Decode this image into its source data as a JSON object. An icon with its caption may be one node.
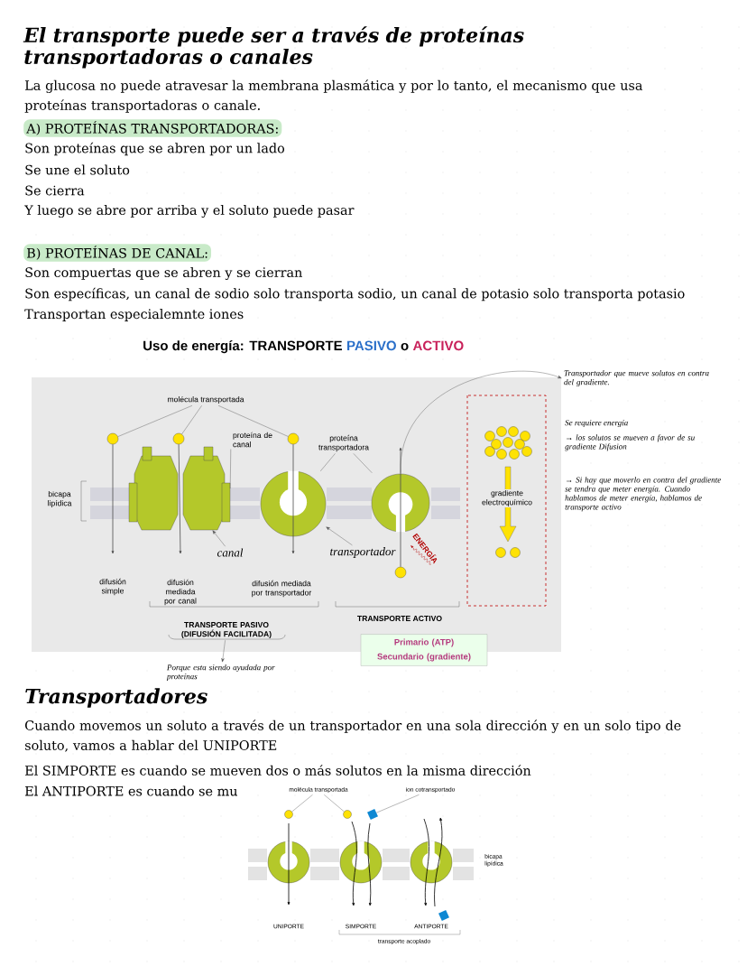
{
  "diagram": {
    "title": "El transporte puede ser a través de proteínas transportadoras o canales",
    "nodes": [
      {
        "text": [
          "molécula transportada"
        ]
      },
      {
        "text": [],
        "shape": "circle"
      },
      {
        "text": [],
        "shape": "circle"
      },
      {
        "text": [],
        "shape": "circle"
      },
      {
        "text": [],
        "shape": "picture"
      },
      {
        "text": [
          "proteína de canal"
        ]
      },
      {
        "text": [],
        "shape": "picture"
      },
      {
        "text": [],
        "shape": "picture"
      },
      {
        "text": [
          "proteína transportadora"
        ]
      },
      {
        "text": [
          "canal"
        ]
      },
      {
        "text": [
          "transportador"
        ]
      },
      {
        "text": [
          "Transportador que mueve solutos en contra del gradiente."
        ]
      },
      {
        "text": [
          "TRANSPORTE PASIVO (DIFUSIÓN FACILITADA)"
        ]
      },
      {
        "text": [
          "Porque esta siendo ayudada por proteínas"
        ]
      },
      {
        "text": [
          "Primario (ATP)",
          "Secundario (gradiente)"
        ]
      },
      {
        "text": [
          "molécula transportada"
        ]
      },
      {
        "text": [],
        "shape": "circle"
      },
      {
        "text": [],
        "shape": "circle"
      },
      {
        "text": [
          "ion cotransportado"
        ]
      },
      {
        "text": [],
        "shape": "box"
      },
      {
        "text": [],
        "shape": "circle"
      },
      {
        "text": [],
        "shape": "circle"
      },
      {
        "text": [],
        "shape": "circle"
      },
      {
        "text": [],
        "shape": "box"
      }
    ],
    "edges": [
      {
        "from": 0,
        "to": 1,
        "arrow": "none"
      },
      {
        "from": 0,
        "to": 2,
        "arrow": "none"
      },
      {
        "from": 0,
        "to": 3,
        "arrow": "none"
      },
      {
        "from": 5,
        "to": 4,
        "arrow": "none"
      },
      {
        "from": 8,
        "to": 6,
        "arrow": "none"
      },
      {
        "from": 8,
        "to": 7,
        "arrow": "none"
      },
      {
        "from": 9,
        "to": 4,
        "arrow": "to"
      },
      {
        "from": 10,
        "to": 6,
        "arrow": "to"
      },
      {
        "from": 7,
        "to": 11,
        "arrow": "to"
      },
      {
        "from": 12,
        "to": 13,
        "arrow": "to"
      },
      {
        "from": 15,
        "to": 16,
        "arrow": "none"
      },
      {
        "from": 15,
        "to": 17,
        "arrow": "none"
      },
      {
        "from": 18,
        "to": 19,
        "arrow": "none"
      },
      {
        "from": 1,
        "to": null,
        "arrow": "to"
      },
      {
        "from": 2,
        "to": null,
        "arrow": "to"
      },
      {
        "from": 3,
        "to": null,
        "arrow": "to"
      },
      {
        "from": 20,
        "to": null,
        "arrow": "to"
      }
    ],
    "labels": [
      "La glucosa no puede atravesar la membrana plasmática y por lo tanto, el mecanismo que usa proteínas transportadoras o canale.",
      "A) PROTEÍNAS TRANSPORTADORAS:",
      "Son proteínas que se abren por un lado",
      "Se une el soluto",
      "Se cierra",
      "Y luego se abre por arriba y el soluto puede pasar",
      "B) PROTEÍNAS DE CANAL:",
      "Son compuertas que se abren y se cierran",
      "Son específicas, un canal de sodio solo transporta sodio, un canal de potasio solo transporta potasio",
      "Transportan especialemnte iones",
      "Uso de energía: TRANSPORTE",
      "PASIVO",
      "o",
      "ACTIVO",
      "bicapa lipídica",
      "difusión simple",
      "difusión mediada por canal",
      "difusión mediada por transportador",
      "TRANSPORTE ACTIVO",
      "ENERGÍA",
      "gradiente electroquímico",
      "Se requiere energía",
      "→ los solutos se mueven a favor de su gradiente Difusion",
      "→ Si hay que moverlo en contra del gradiente se tendra que meter energía. Cuando hablamos de meter energía, hablamos de transporte activo",
      "Transportadores",
      "Cuando movemos un soluto a través de un transportador en una sola dirección y en un solo tipo de soluto, vamos a hablar del UNIPORTE",
      "El SIMPORTE es cuando se mueven dos o más solutos en la misma dirección",
      "El ANTIPORTE es cuando se mu",
      "bicapa lipídica",
      "UNIPORTE",
      "SIMPORTE",
      "ANTIPORTE",
      "transporte acoplado"
    ]
  }
}
